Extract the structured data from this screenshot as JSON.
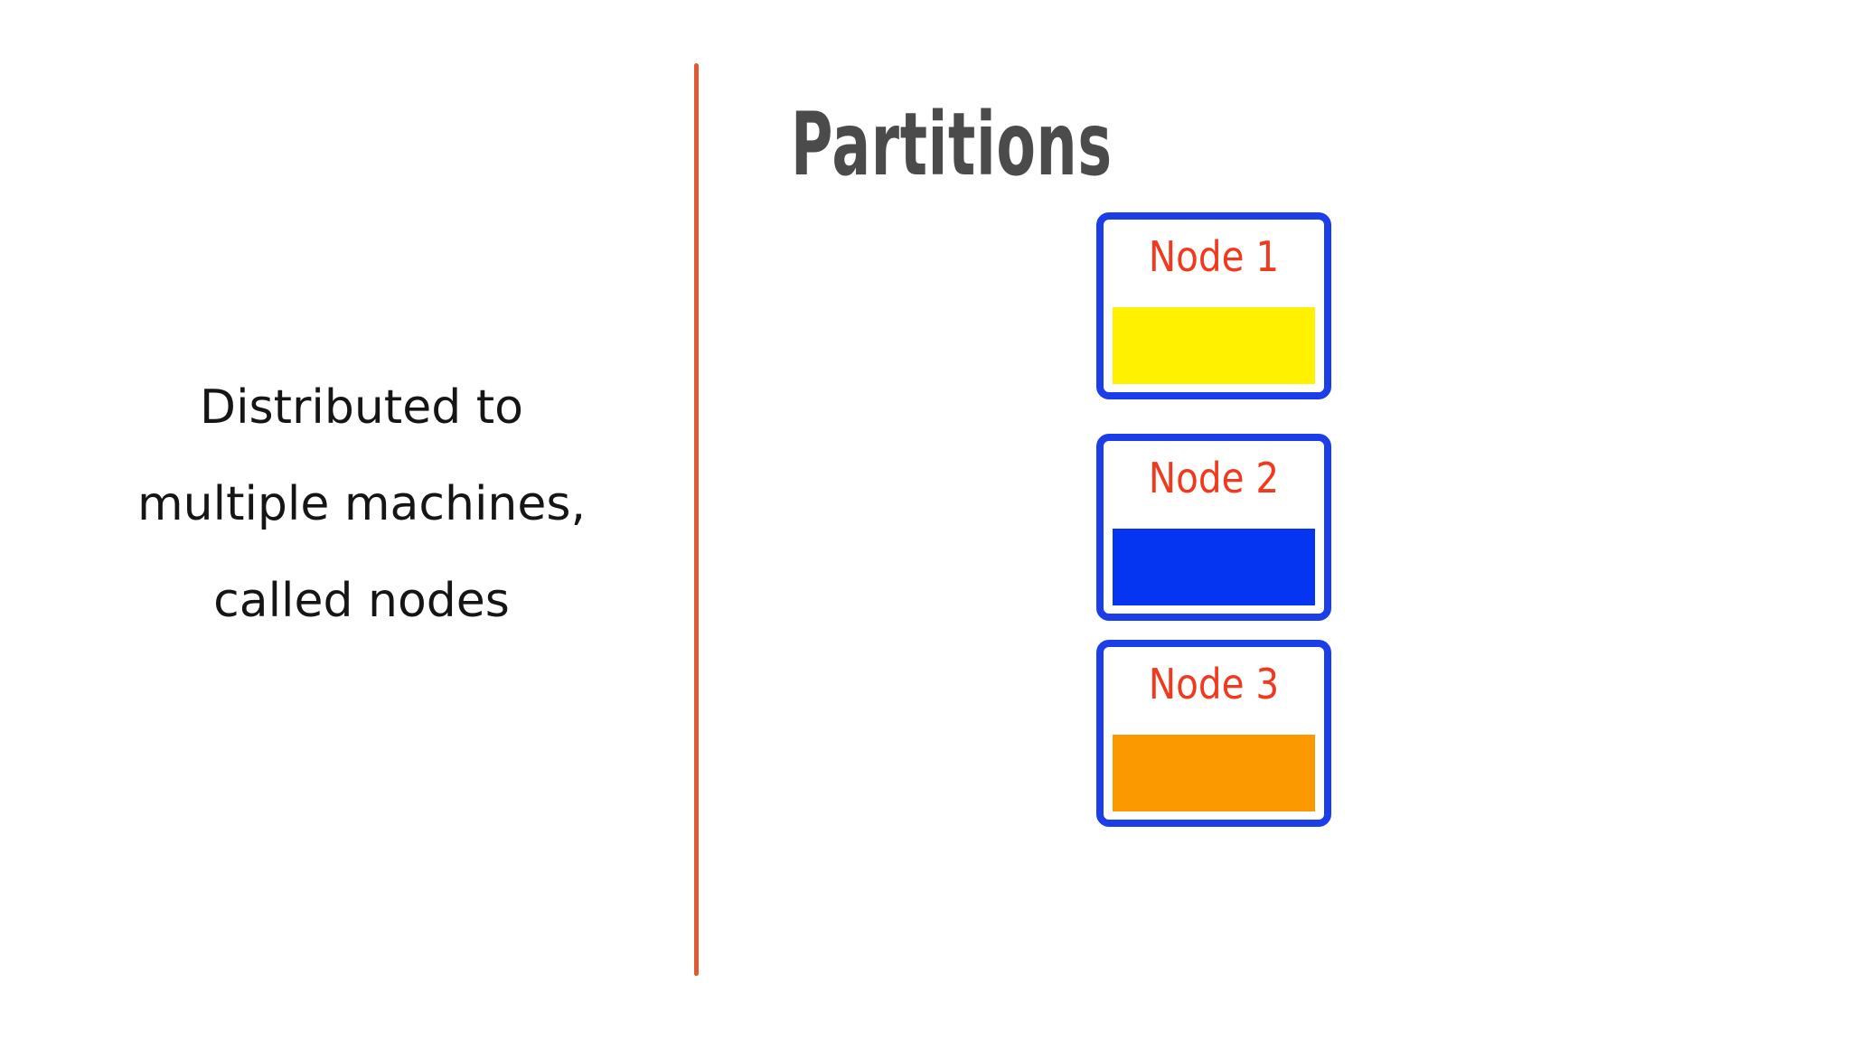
{
  "page": {
    "background_color": "#ffffff"
  },
  "left_panel": {
    "caption_lines": [
      "Distributed to",
      "multiple machines,",
      "called nodes"
    ],
    "text_color": "#151515"
  },
  "divider": {
    "color": "#e2582f"
  },
  "right_panel": {
    "title": "Partitions",
    "title_color": "#4b4b4b",
    "node_border_color": "#1c3ee8",
    "node_label_color": "#f0391d",
    "nodes": [
      {
        "label": "Node 1",
        "bar_color": "#fff100"
      },
      {
        "label": "Node 2",
        "bar_color": "#0535f0"
      },
      {
        "label": "Node 3",
        "bar_color": "#fb9900"
      }
    ]
  }
}
